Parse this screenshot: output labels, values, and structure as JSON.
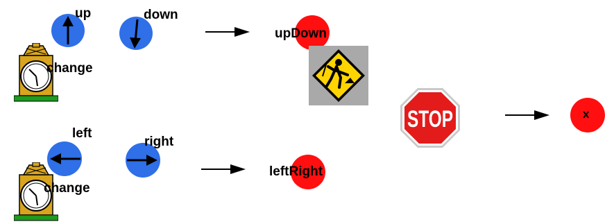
{
  "nodes": {
    "up": "up",
    "down": "down",
    "change_top": "change",
    "updown": "upDown",
    "left": "left",
    "right": "right",
    "change_bottom": "change",
    "leftright": "leftRight",
    "stop": "STOP",
    "x": "x"
  },
  "colors": {
    "input_node": "#2f6fe8",
    "output_node": "#ff0f0f",
    "stop_sign": "#e41b1b",
    "clock_body": "#d9a51e",
    "clock_base": "#1e9a1e",
    "construction_bg": "#a9a9a9",
    "construction_sign": "#ffd400"
  },
  "icons": [
    "clock-icon",
    "construction-worker-icon",
    "stop-sign-icon",
    "arrow-up-icon",
    "arrow-down-icon",
    "arrow-left-icon",
    "arrow-right-icon"
  ]
}
